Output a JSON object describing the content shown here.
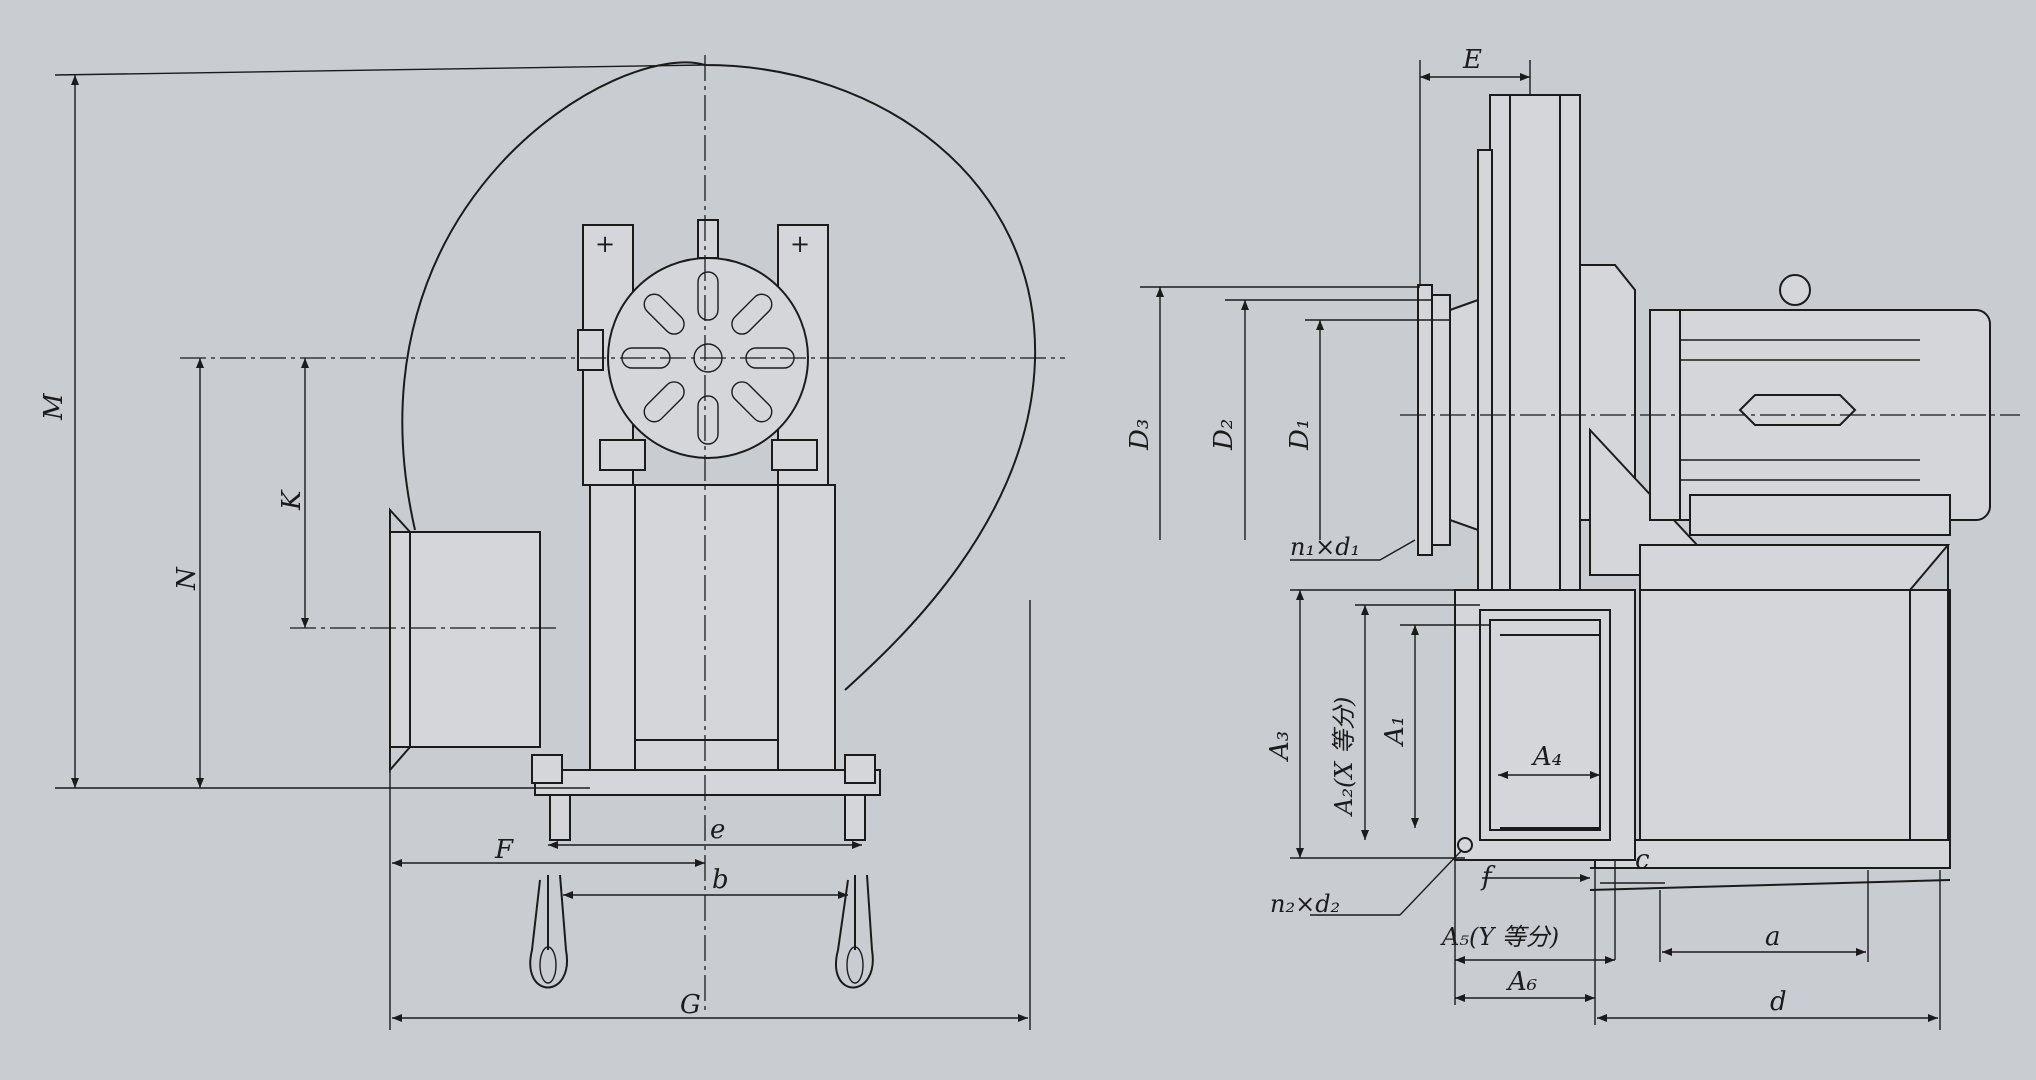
{
  "labels": {
    "M": "M",
    "N": "N",
    "K": "K",
    "F": "F",
    "e": "e",
    "b": "b",
    "G": "G",
    "E": "E",
    "D3": "D₃",
    "D2": "D₂",
    "D1": "D₁",
    "n1d1": "n₁×d₁",
    "A3": "A₃",
    "A2": "A₂(X 等分)",
    "A1": "A₁",
    "A4": "A₄",
    "n2d2": "n₂×d₂",
    "f": "f",
    "c": "c",
    "A5": "A₅(Y 等分)",
    "A6": "A₆",
    "a": "a",
    "d": "d"
  },
  "colors": {
    "paper": "#c9ccd1",
    "ink": "#1b1b1b"
  }
}
